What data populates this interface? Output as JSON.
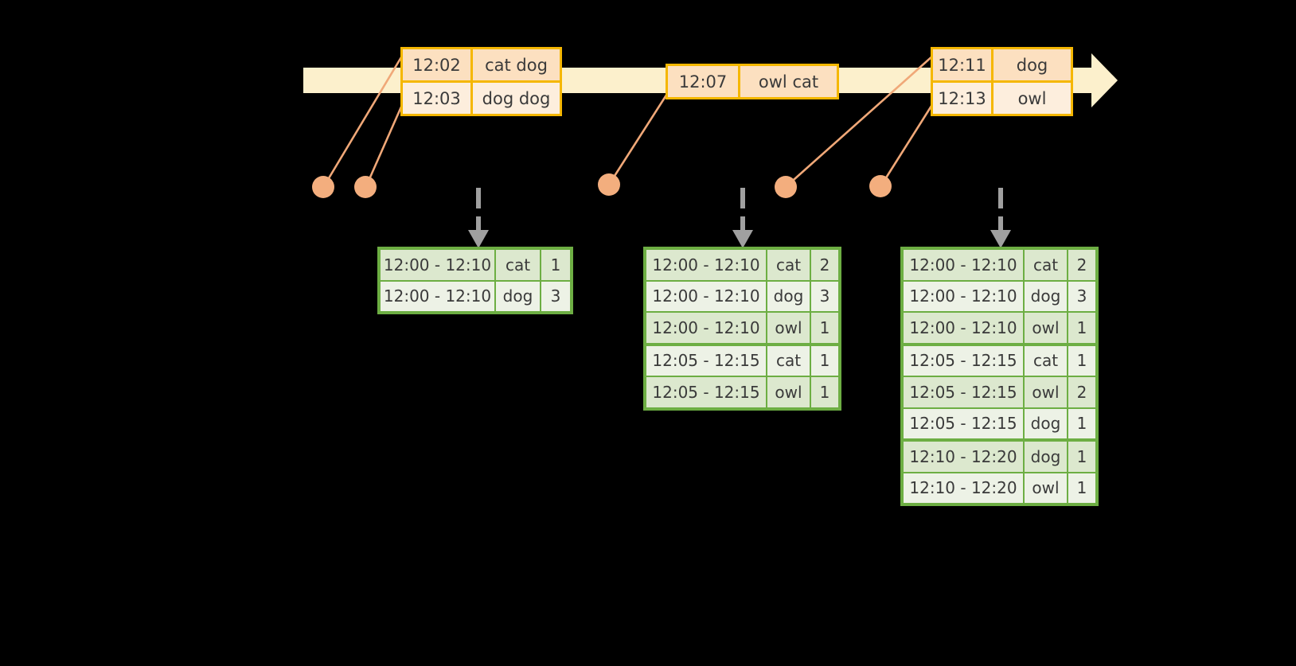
{
  "diagram": {
    "title": "windowed-stream-aggregation",
    "colors": {
      "background": "#000000",
      "timeline_fill": "#FCF0CC",
      "event_border": "#F5B700",
      "event_fill_dark": "#FCE0C0",
      "event_fill_light": "#FDEEDD",
      "connector": "#F0A878",
      "dot": "#F3AE7E",
      "table_border": "#6DAE43",
      "table_fill_dark": "#DCE8CE",
      "table_fill_light": "#EDF2E6",
      "arrow_gray": "#A0A0A0",
      "text": "#3a3a3a"
    }
  },
  "timeline": {
    "name": "time-axis",
    "direction": "left-to-right"
  },
  "events": [
    {
      "id": "event-box-1",
      "rows": [
        {
          "time": "12:02",
          "value": "cat dog"
        },
        {
          "time": "12:03",
          "value": "dog dog"
        }
      ]
    },
    {
      "id": "event-box-2",
      "rows": [
        {
          "time": "12:07",
          "value": "owl cat"
        }
      ]
    },
    {
      "id": "event-box-3",
      "rows": [
        {
          "time": "12:11",
          "value": "dog"
        },
        {
          "time": "12:13",
          "value": "owl"
        }
      ]
    }
  ],
  "dots": [
    {
      "name": "event-dot-1"
    },
    {
      "name": "event-dot-2"
    },
    {
      "name": "event-dot-3"
    },
    {
      "name": "event-dot-4"
    },
    {
      "name": "event-dot-5"
    }
  ],
  "tables": [
    {
      "id": "result-table-1",
      "rows": [
        {
          "window": "12:00 - 12:10",
          "key": "cat",
          "count": "1",
          "group": 0
        },
        {
          "window": "12:00 - 12:10",
          "key": "dog",
          "count": "3",
          "group": 0
        }
      ]
    },
    {
      "id": "result-table-2",
      "rows": [
        {
          "window": "12:00 - 12:10",
          "key": "cat",
          "count": "2",
          "group": 0
        },
        {
          "window": "12:00 - 12:10",
          "key": "dog",
          "count": "3",
          "group": 0
        },
        {
          "window": "12:00 - 12:10",
          "key": "owl",
          "count": "1",
          "group": 0
        },
        {
          "window": "12:05 - 12:15",
          "key": "cat",
          "count": "1",
          "group": 1
        },
        {
          "window": "12:05 - 12:15",
          "key": "owl",
          "count": "1",
          "group": 1
        }
      ]
    },
    {
      "id": "result-table-3",
      "rows": [
        {
          "window": "12:00 - 12:10",
          "key": "cat",
          "count": "2",
          "group": 0
        },
        {
          "window": "12:00 - 12:10",
          "key": "dog",
          "count": "3",
          "group": 0
        },
        {
          "window": "12:00 - 12:10",
          "key": "owl",
          "count": "1",
          "group": 0
        },
        {
          "window": "12:05 - 12:15",
          "key": "cat",
          "count": "1",
          "group": 1
        },
        {
          "window": "12:05 - 12:15",
          "key": "owl",
          "count": "2",
          "group": 1
        },
        {
          "window": "12:05 - 12:15",
          "key": "dog",
          "count": "1",
          "group": 1
        },
        {
          "window": "12:10 - 12:20",
          "key": "dog",
          "count": "1",
          "group": 2
        },
        {
          "window": "12:10 - 12:20",
          "key": "owl",
          "count": "1",
          "group": 2
        }
      ]
    }
  ]
}
